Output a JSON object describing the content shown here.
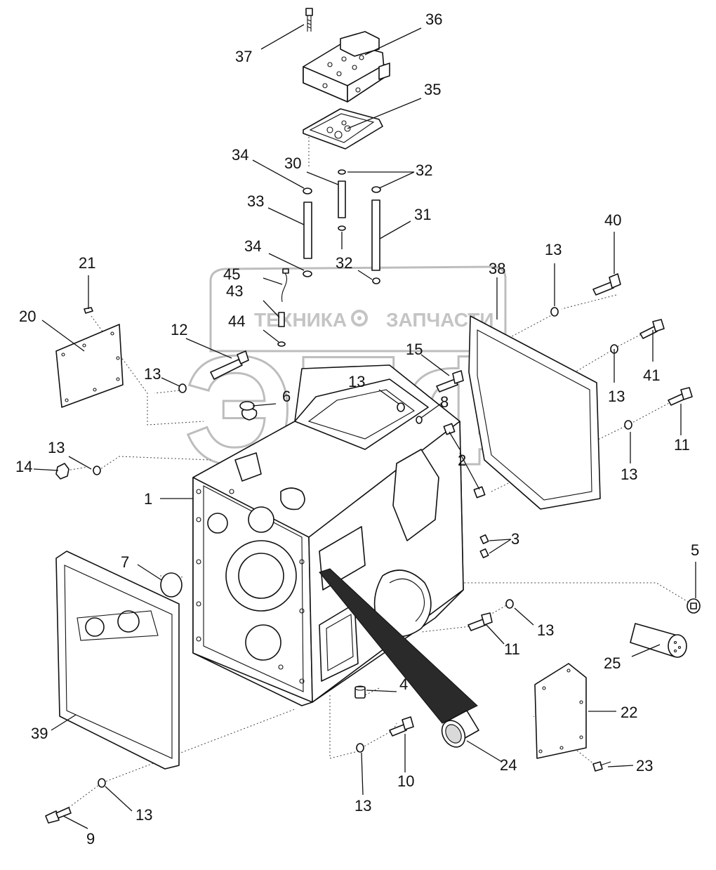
{
  "watermark": {
    "left_word": "ТЕХНИКА",
    "right_word": "ЗАПЧАСТИ",
    "logo_text": "ЭПФ"
  },
  "callouts": [
    "36",
    "37",
    "35",
    "34",
    "30",
    "32",
    "33",
    "31",
    "34",
    "45",
    "32",
    "43",
    "44",
    "38",
    "21",
    "20",
    "12",
    "13",
    "6",
    "13",
    "15",
    "8",
    "2",
    "13",
    "40",
    "13",
    "41",
    "13",
    "11",
    "13",
    "14",
    "1",
    "7",
    "3",
    "5",
    "13",
    "11",
    "25",
    "4",
    "22",
    "39",
    "10",
    "24",
    "23",
    "13",
    "13",
    "9",
    "13"
  ]
}
